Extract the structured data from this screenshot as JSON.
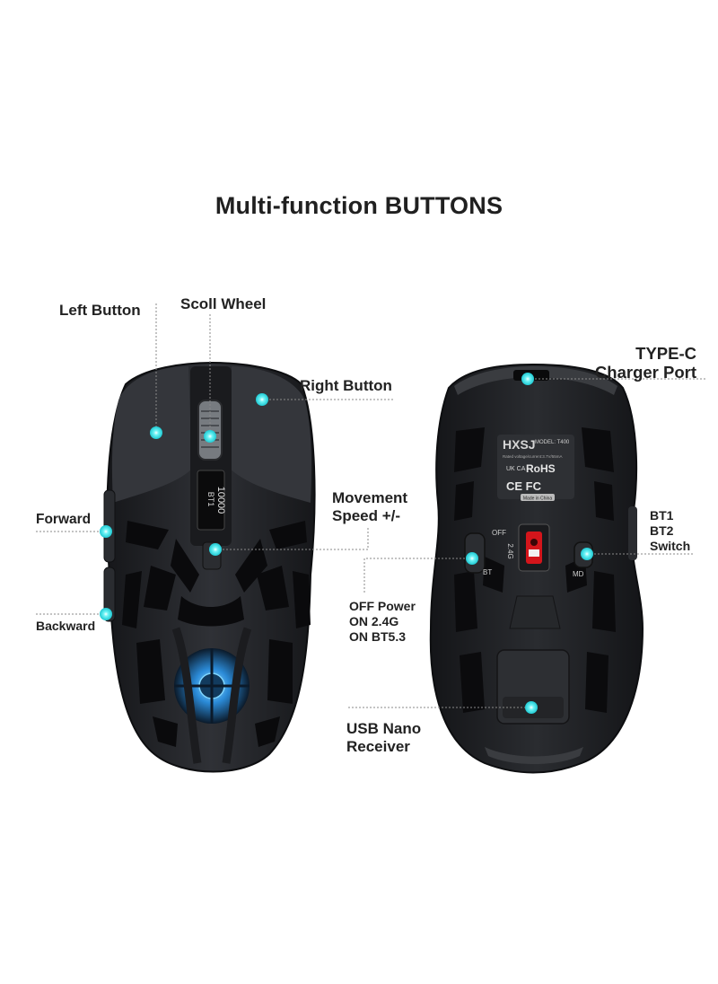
{
  "title": "Multi-function BUTTONS",
  "front": {
    "left_button": "Left Button",
    "scroll_wheel": "Scoll Wheel",
    "right_button": "Right Button",
    "movement_speed_line1": "Movement",
    "movement_speed_line2": "Speed +/-",
    "forward": "Forward",
    "backward": "Backward",
    "display_mode": "BT1",
    "display_dpi": "10000"
  },
  "back": {
    "type_c_line1": "TYPE-C",
    "type_c_line2": "Charger Port",
    "switch_line1": "BT1",
    "switch_line2": "BT2",
    "switch_line3": "Switch",
    "power_line1": "OFF Power",
    "power_line2": "ON 2.4G",
    "power_line3": "ON BT5.3",
    "usb_line1": "USB Nano",
    "usb_line2": "Receiver",
    "brand_logo": "HXSJ",
    "model": "MODEL: T400",
    "rated": "Rated voltage/current:3.7V/55mA",
    "cert_ukca": "UK CA",
    "cert_rohs": "RoHS",
    "cert_ce_fc": "CE FC",
    "made_in": "Made in China",
    "switch_off": "OFF",
    "switch_24g": "2.4G",
    "switch_bt": "BT",
    "md": "MD"
  },
  "colors": {
    "marker": "#2ee6ea",
    "mouse_body": "#1b1c1f",
    "mouse_shell": "#2c2e32",
    "leader_line": "#8a8a8a",
    "accent_red": "#d4151b",
    "glow_blue": "#2b8bd8"
  }
}
